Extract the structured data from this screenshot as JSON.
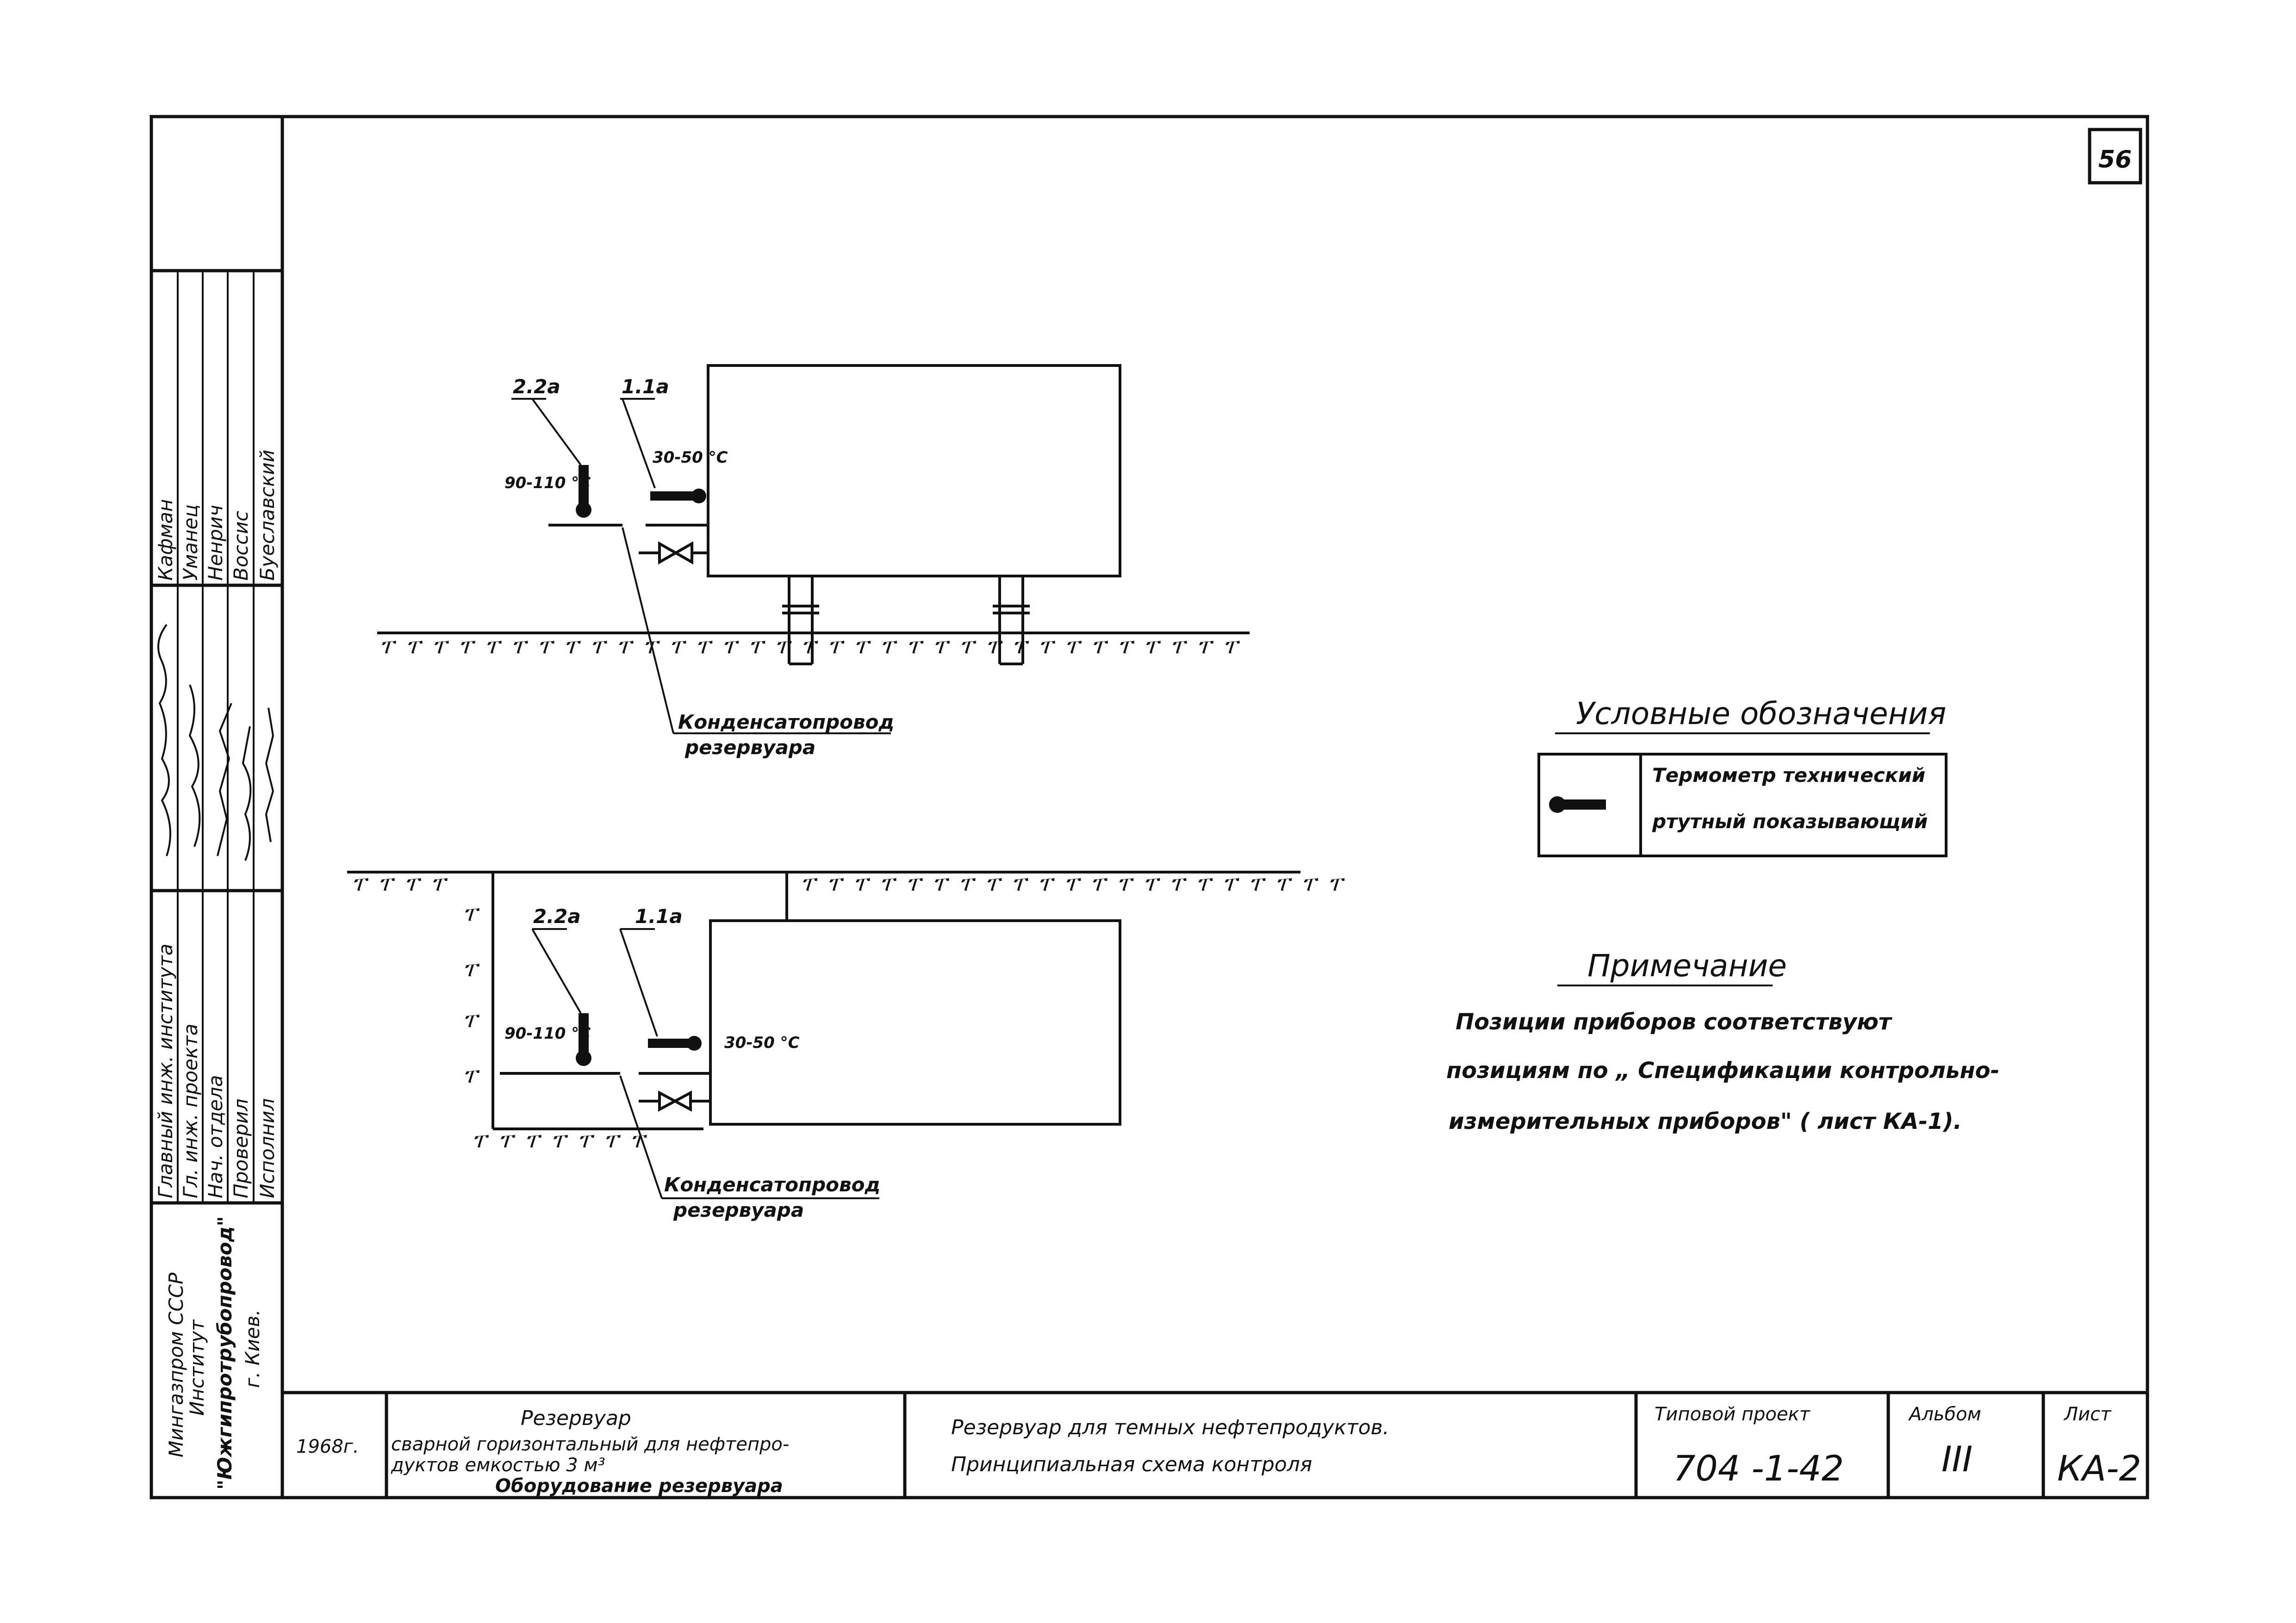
{
  "sheet_page_number": "56",
  "legend": {
    "heading": "Условные обозначения",
    "entries": [
      {
        "icon": "thermometer-icon",
        "line1": "Термометр технический",
        "line2": "ртутный показывающий"
      }
    ]
  },
  "note": {
    "heading": "Примечание",
    "lines": [
      "Позиции приборов соответствуют",
      "позициям по „ Спецификации контрольно-",
      "измерительных приборов\" ( лист КА-1)."
    ]
  },
  "diagram_top": {
    "pos_left": "2.2а",
    "pos_right": "1.1а",
    "range_left": "90-110 °С",
    "range_right": "30-50 °С",
    "pipe_label_1": "Конденсатопровод",
    "pipe_label_2": "резервуара"
  },
  "diagram_bottom": {
    "pos_left": "2.2а",
    "pos_right": "1.1а",
    "range_left": "90-110 °С",
    "range_right": "30-50 °С",
    "pipe_label_1": "Конденсатопровод",
    "pipe_label_2": "резервуара"
  },
  "title_block": {
    "year": "1968г.",
    "object_title": "Резервуар",
    "object_line2": "сварной горизонтальный для нефтепро-",
    "object_line3": "дуктов емкостью 3 м³",
    "object_line4": "Оборудование резервуара",
    "drawing_line1": "Резервуар для темных нефтепродуктов.",
    "drawing_line2": "Принципиальная схема контроля",
    "project_label": "Типовой проект",
    "project_number": "704 -1-42",
    "album_label": "Альбом",
    "album_value": "III",
    "sheet_label": "Лист",
    "sheet_value": "КА-2"
  },
  "side_stamp": {
    "org_line1": "Мингазпром СССР",
    "org_line2": "Институт",
    "org_line3": "\"Южгипротрубопровод\"",
    "org_line4": "г. Киев.",
    "roles": [
      "Главный инж. института",
      "Гл. инж. проекта",
      "Нач. отдела",
      "Проверил",
      "Исполнил"
    ],
    "names": [
      "Кафман",
      "Уманец",
      "Ненрич",
      "Воссис",
      "Буеславский"
    ]
  }
}
